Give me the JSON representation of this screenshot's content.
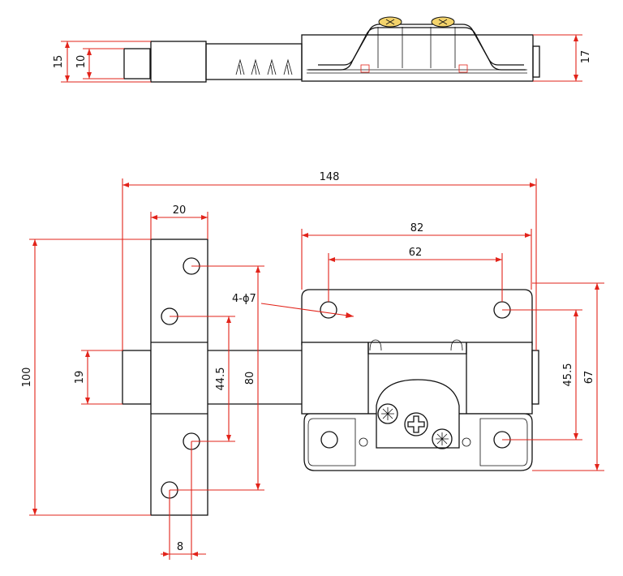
{
  "dimensions": {
    "top_height_outer": "15",
    "top_height_inner": "10",
    "top_height_right": "17",
    "overall_length": "148",
    "keeper_width": "20",
    "lock_width_outer": "82",
    "lock_hole_spacing": "62",
    "hole_callout": "4-ϕ7",
    "keeper_height": "100",
    "bolt_height": "19",
    "keeper_inner_spacing": "44.5",
    "keeper_outer_spacing": "80",
    "lock_hole_vertical": "45.5",
    "lock_height": "67",
    "hole_offset": "8"
  },
  "colors": {
    "dimension_line": "#e2231a",
    "outline": "#111111",
    "screw_head": "#f3d36b"
  }
}
